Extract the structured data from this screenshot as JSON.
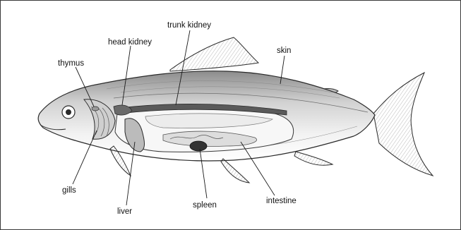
{
  "labels": {
    "trunk_kidney": "trunk kidney",
    "head_kidney": "head kidney",
    "thymus": "thymus",
    "skin": "skin",
    "gills": "gills",
    "liver": "liver",
    "spleen": "spleen",
    "intestine": "intestine"
  },
  "colors": {
    "ink": "#2a2a2a",
    "shading": "#9a9a9a",
    "body_fill": "#e4e4e4",
    "belly_fill": "#f6f6f6",
    "organ_fill": "#c8c8c8",
    "spleen_fill": "#333333"
  }
}
